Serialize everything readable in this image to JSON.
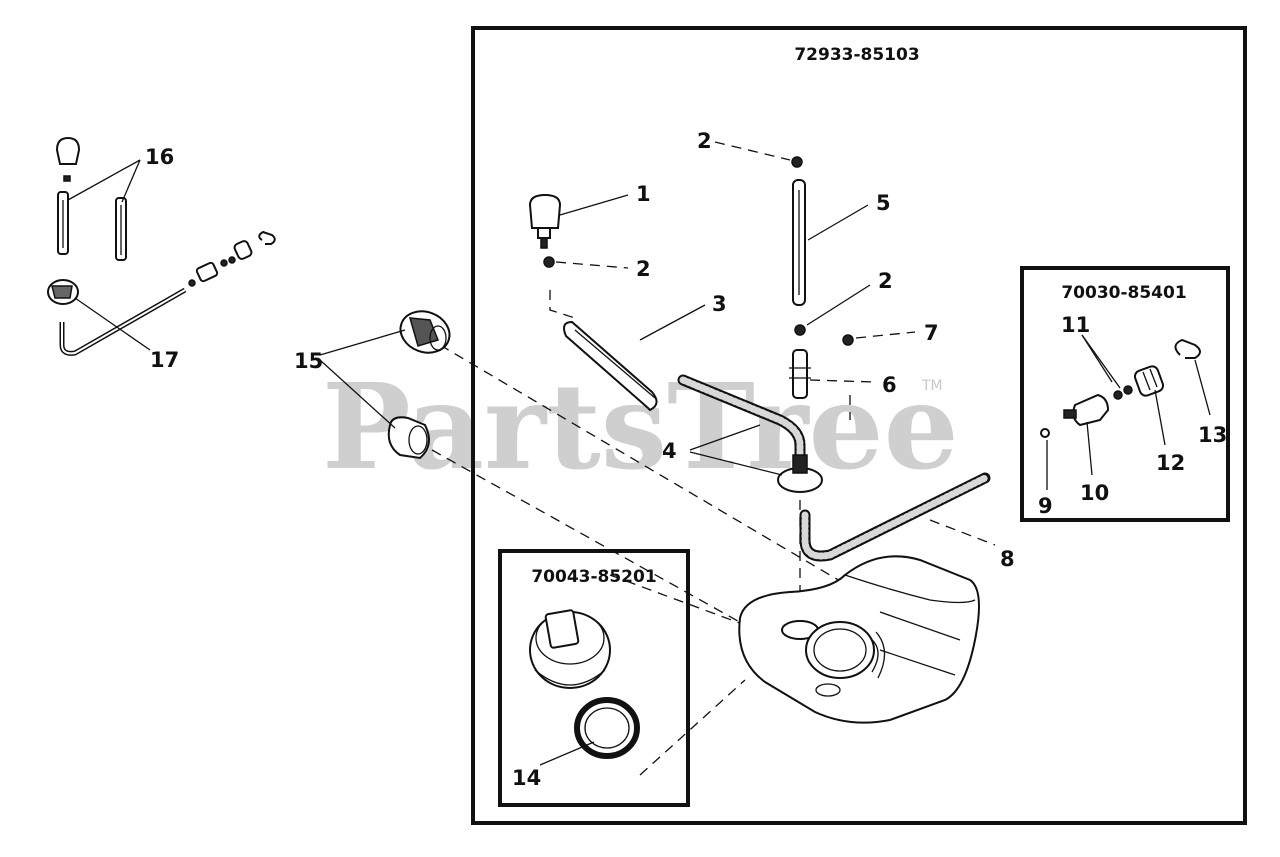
{
  "watermark": {
    "text": "PartsTree",
    "trademark": "TM"
  },
  "kits": {
    "main": "72933-85103",
    "filter_kit": "70030-85401",
    "cap_kit": "70043-85201"
  },
  "callouts": {
    "c1": "1",
    "c2a": "2",
    "c2b": "2",
    "c2c": "2",
    "c3": "3",
    "c4": "4",
    "c5": "5",
    "c6": "6",
    "c7": "7",
    "c8": "8",
    "c9": "9",
    "c10": "10",
    "c11": "11",
    "c12": "12",
    "c13": "13",
    "c14": "14",
    "c15": "15",
    "c16": "16",
    "c17": "17"
  }
}
